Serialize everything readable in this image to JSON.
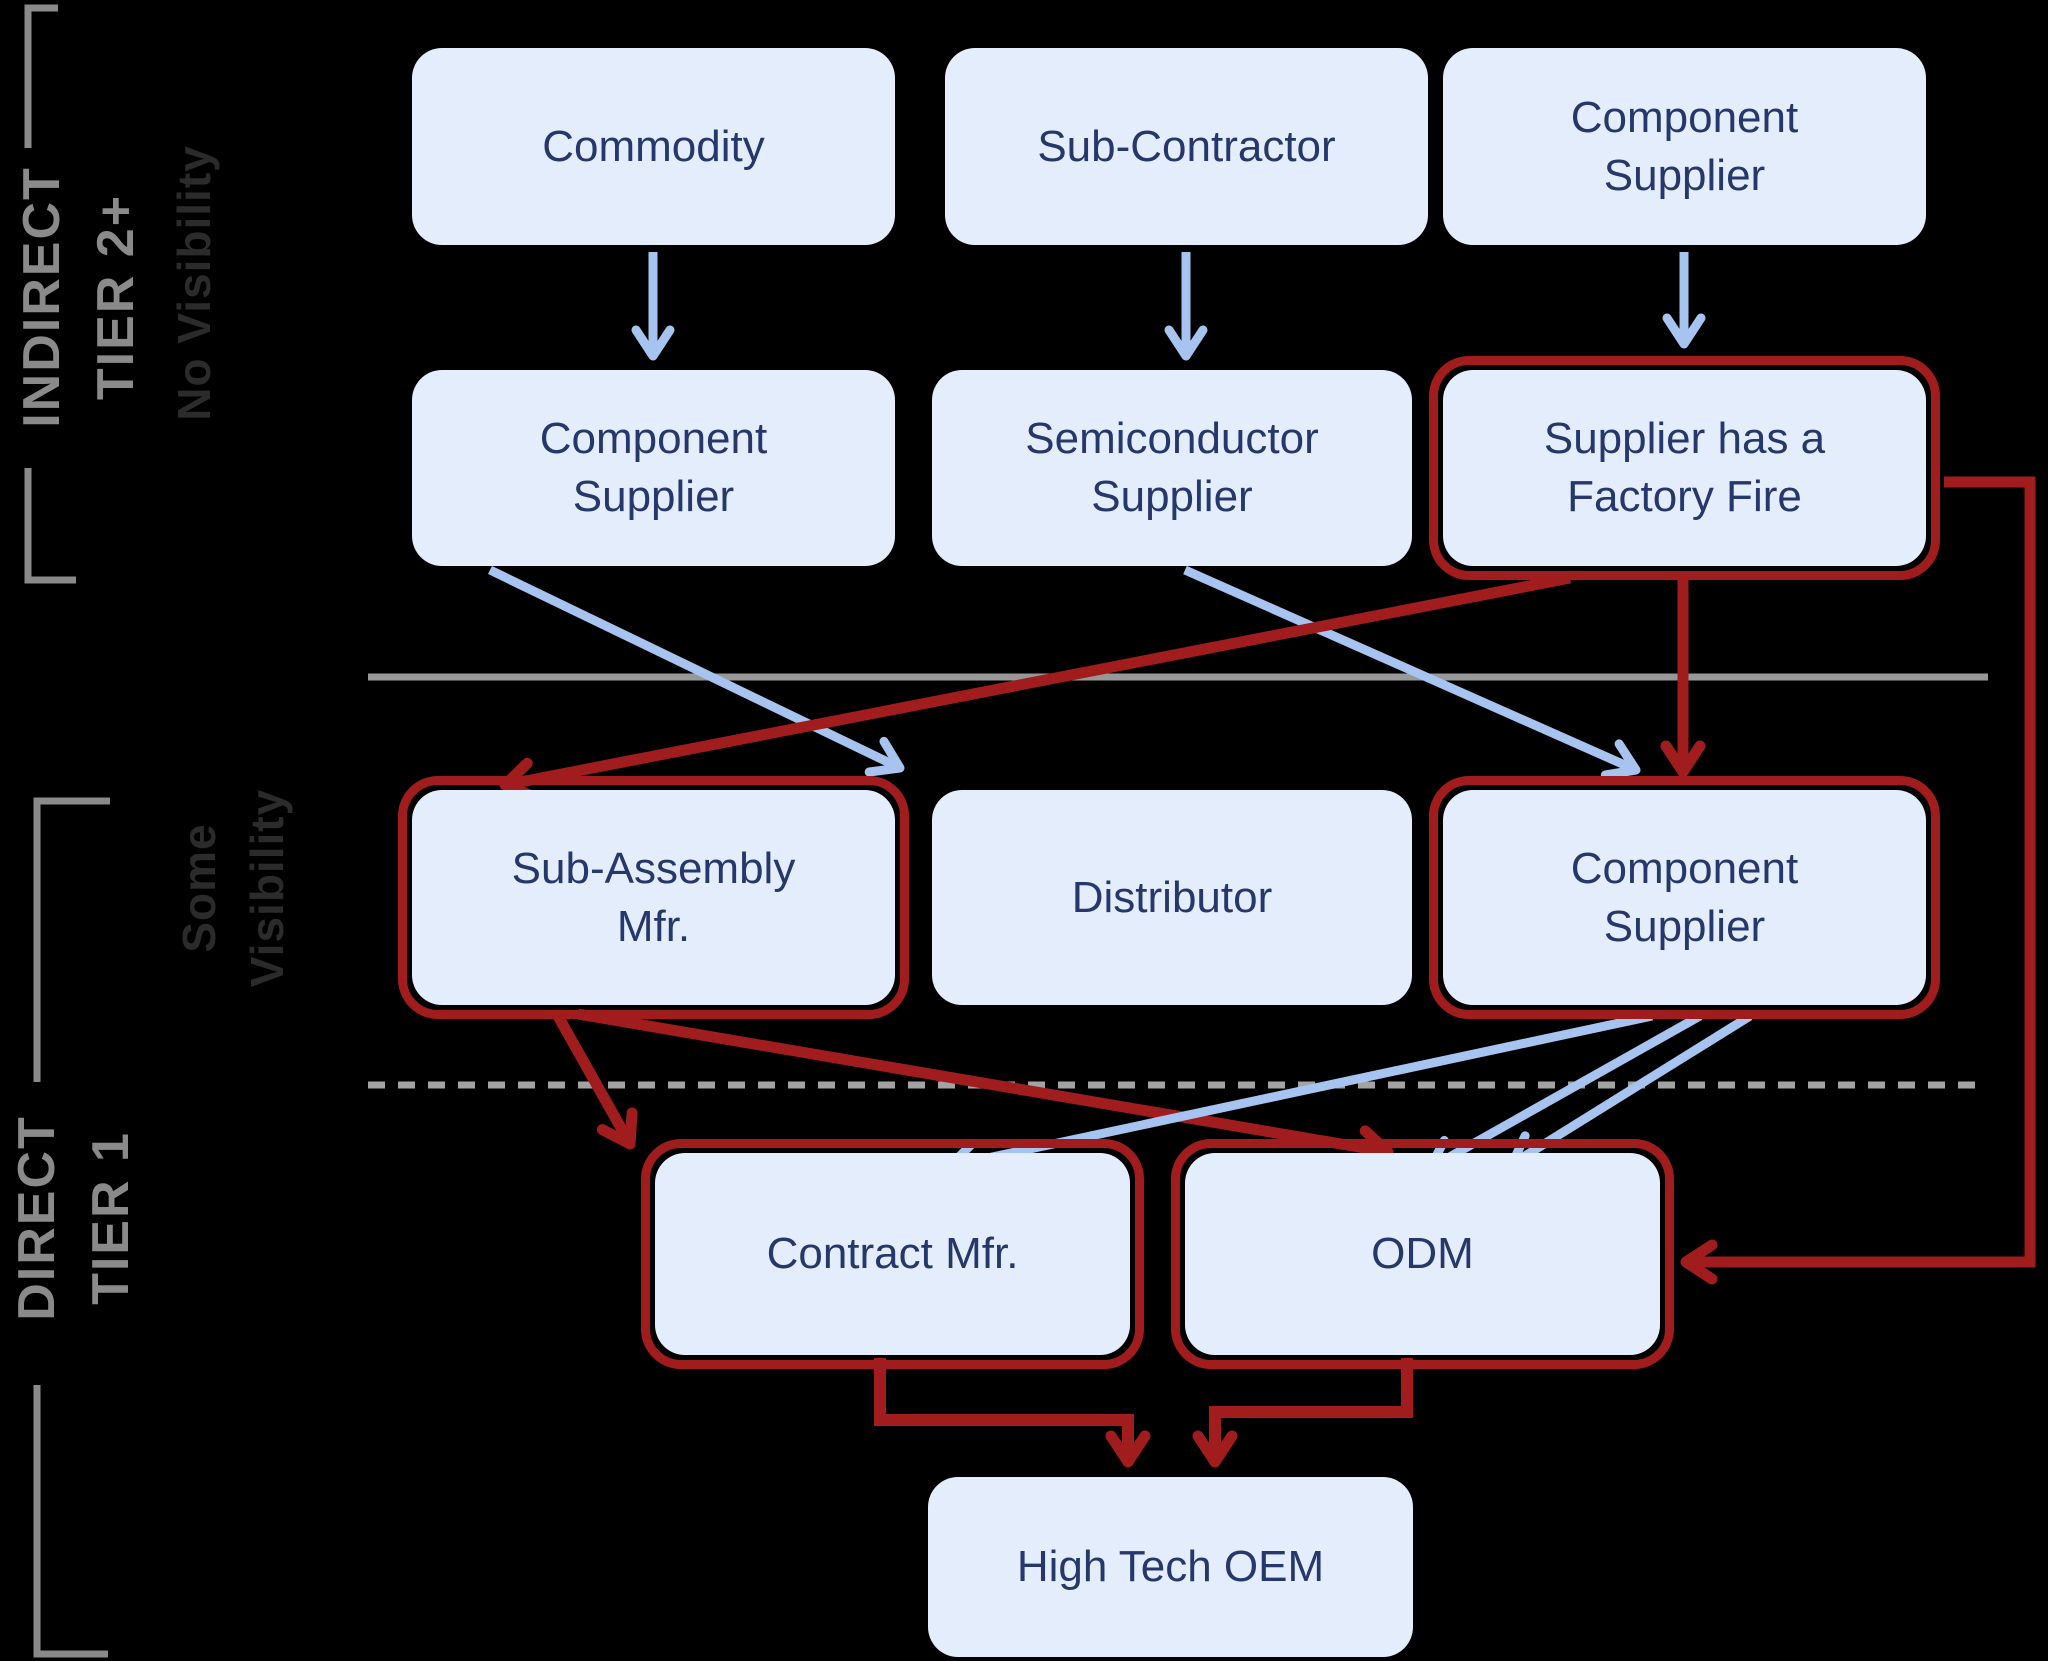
{
  "tiers": {
    "indirect": {
      "label": "INDIRECT\nTIER 2+",
      "visibility": "No Visibility"
    },
    "direct": {
      "label": "DIRECT\nTIER 1",
      "visibility": "Some\nVisibility"
    }
  },
  "nodes": {
    "commodity": {
      "label": "Commodity",
      "highlighted": false
    },
    "sub_contractor": {
      "label": "Sub-Contractor",
      "highlighted": false
    },
    "component_supplier_t2": {
      "label": "Component\nSupplier",
      "highlighted": false
    },
    "component_supplier_mid": {
      "label": "Component\nSupplier",
      "highlighted": false
    },
    "semiconductor_supplier": {
      "label": "Semiconductor\nSupplier",
      "highlighted": false
    },
    "factory_fire": {
      "label": "Supplier has a\nFactory Fire",
      "highlighted": true
    },
    "sub_assembly": {
      "label": "Sub-Assembly\nMfr.",
      "highlighted": true
    },
    "distributor": {
      "label": "Distributor",
      "highlighted": false
    },
    "component_supplier_t1": {
      "label": "Component\nSupplier",
      "highlighted": true
    },
    "contract_mfr": {
      "label": "Contract Mfr.",
      "highlighted": true
    },
    "odm": {
      "label": "ODM",
      "highlighted": true
    },
    "oem": {
      "label": "High Tech OEM",
      "highlighted": false
    }
  },
  "edges": [
    {
      "from": "commodity",
      "to": "component_supplier_mid",
      "type": "supply"
    },
    {
      "from": "sub_contractor",
      "to": "semiconductor_supplier",
      "type": "supply"
    },
    {
      "from": "component_supplier_t2",
      "to": "factory_fire",
      "type": "supply"
    },
    {
      "from": "component_supplier_mid",
      "to": "distributor",
      "type": "supply"
    },
    {
      "from": "semiconductor_supplier",
      "to": "component_supplier_t1",
      "type": "supply"
    },
    {
      "from": "factory_fire",
      "to": "sub_assembly",
      "type": "disruption"
    },
    {
      "from": "factory_fire",
      "to": "component_supplier_t1",
      "type": "disruption"
    },
    {
      "from": "factory_fire",
      "to": "odm",
      "type": "disruption"
    },
    {
      "from": "sub_assembly",
      "to": "contract_mfr",
      "type": "disruption"
    },
    {
      "from": "sub_assembly",
      "to": "odm",
      "type": "disruption"
    },
    {
      "from": "component_supplier_t1",
      "to": "contract_mfr",
      "type": "supply"
    },
    {
      "from": "component_supplier_t1",
      "to": "odm",
      "type": "supply"
    },
    {
      "from": "component_supplier_t1",
      "to": "odm",
      "type": "supply"
    },
    {
      "from": "contract_mfr",
      "to": "oem",
      "type": "disruption"
    },
    {
      "from": "odm",
      "to": "oem",
      "type": "disruption"
    }
  ],
  "colors": {
    "node_fill": "#E4EDFB",
    "node_text": "#26386B",
    "highlight_red": "#A11D1D",
    "flow_blue": "#A6C4EF",
    "divider_gray": "#989898",
    "tier_label_gray": "#8A8A8A",
    "visibility_label_dark": "#2B2B2B"
  }
}
